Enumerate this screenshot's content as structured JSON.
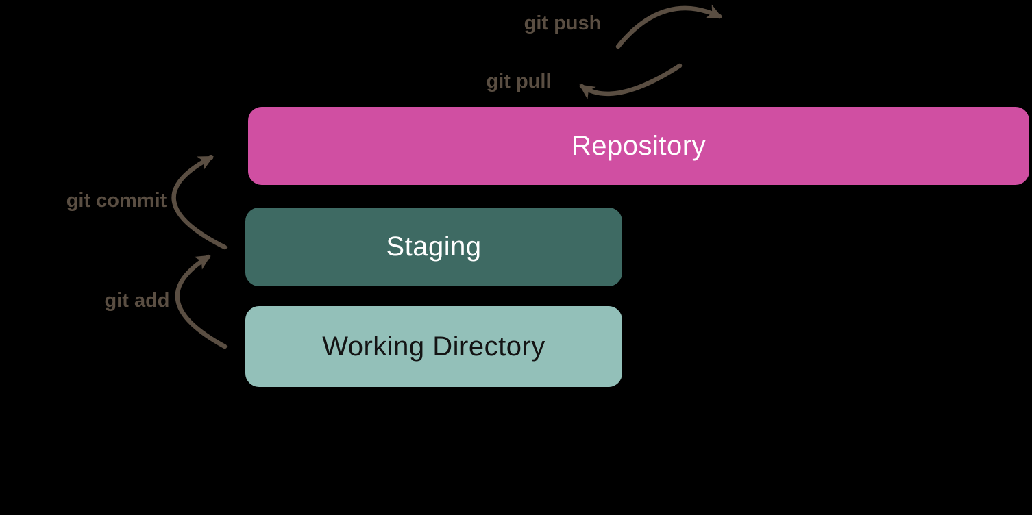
{
  "diagram": {
    "title": "git workflow diagram",
    "background_color": "#000000",
    "arrow_color": "#5a4e42",
    "boxes": {
      "repository": {
        "label": "Repository",
        "fill": "#d04fa2",
        "text_color": "#ffffff"
      },
      "staging": {
        "label": "Staging",
        "fill": "#3e6a63",
        "text_color": "#ffffff"
      },
      "working_directory": {
        "label": "Working Directory",
        "fill": "#93c0b9",
        "text_color": "#141414"
      }
    },
    "labels": {
      "git_push": "git push",
      "git_pull": "git pull",
      "git_commit": "git commit",
      "git_add": "git add"
    }
  }
}
